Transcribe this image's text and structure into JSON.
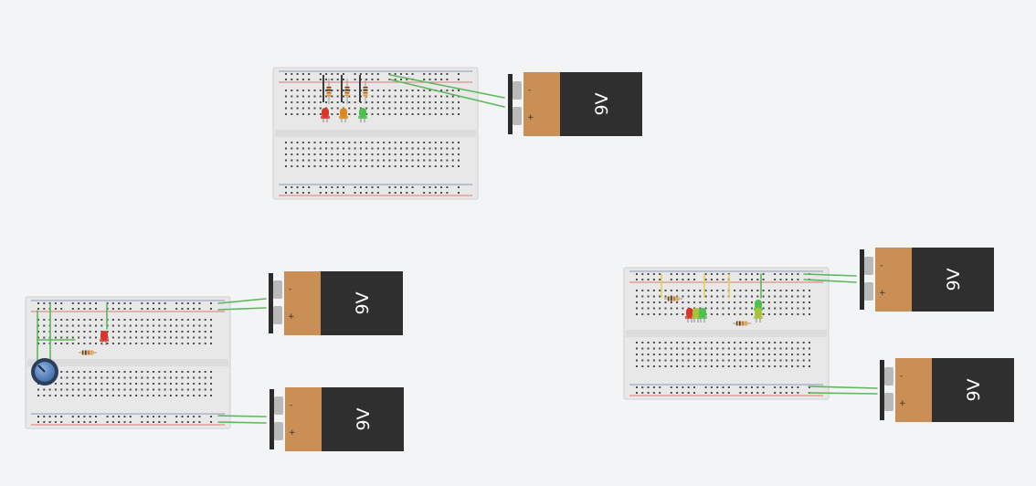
{
  "canvas": {
    "background": "#f3f4f6",
    "colors": {
      "board": "#e8e8e8",
      "board_edge": "#cfcfcf",
      "hole": "#4a4a4a",
      "rail_red": "#d9534f",
      "rail_blue": "#6b7fa8",
      "wire_green": "#5cb85c",
      "wire_dark": "#2b2b2b",
      "wire_yellow": "#e6d04a",
      "battery_body": "#2f2f2f",
      "battery_band": "#c98f55",
      "battery_cap": "#b9b9b9",
      "led_red": "#d9362b",
      "led_orange": "#d98a1f",
      "led_green": "#4cc24c",
      "led_yellow_green": "#a8c23a",
      "potentiometer": "#5b88c6"
    }
  },
  "batteries": [
    {
      "id": "battery-top",
      "label": "9V",
      "minus": "-",
      "plus": "+"
    },
    {
      "id": "battery-left-upper",
      "label": "9V",
      "minus": "-",
      "plus": "+"
    },
    {
      "id": "battery-left-lower",
      "label": "9V",
      "minus": "-",
      "plus": "+"
    },
    {
      "id": "battery-right-upper",
      "label": "9V",
      "minus": "-",
      "plus": "+"
    },
    {
      "id": "battery-right-lower",
      "label": "9V",
      "minus": "-",
      "plus": "+"
    }
  ],
  "breadboards": [
    {
      "id": "breadboard-top",
      "leds": [
        "red",
        "orange",
        "green"
      ],
      "resistors": 3
    },
    {
      "id": "breadboard-left",
      "leds": [
        "red"
      ],
      "resistors": 1,
      "potentiometer": true
    },
    {
      "id": "breadboard-right",
      "leds": [
        "red",
        "yellow_green",
        "green",
        "yellow_green"
      ],
      "resistors": 2
    }
  ]
}
